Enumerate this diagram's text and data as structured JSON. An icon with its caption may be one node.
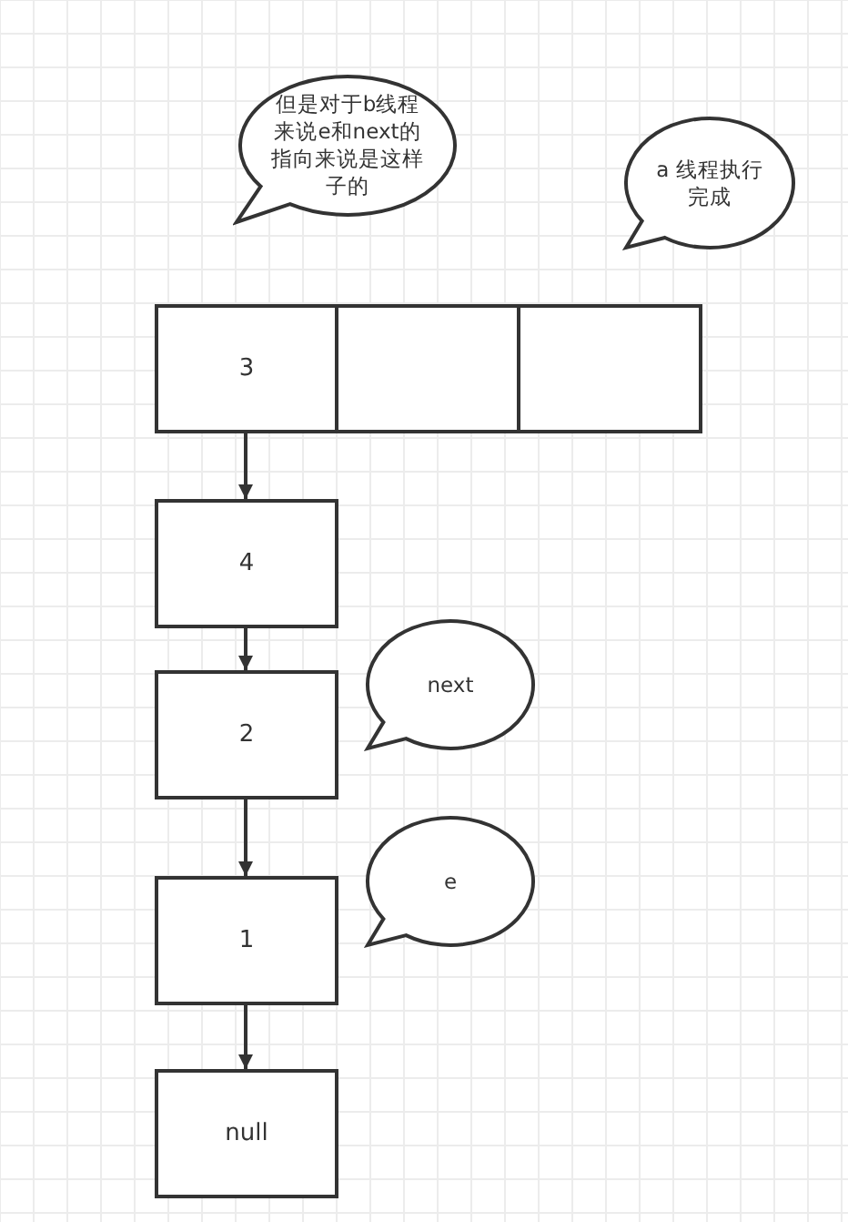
{
  "diagram": {
    "nodes": [
      {
        "text": [
          "但是对于b线程来说e和next的指向来说是这样子的"
        ]
      },
      {
        "text": [
          "a 线程执行完成"
        ]
      },
      {
        "text": [
          "3"
        ]
      },
      {
        "text": [],
        "shape": "box"
      },
      {
        "text": [],
        "shape": "box"
      },
      {
        "text": [
          "4"
        ]
      },
      {
        "text": [
          "next"
        ]
      },
      {
        "text": [
          "2"
        ]
      },
      {
        "text": [
          "e"
        ]
      },
      {
        "text": [
          "1"
        ]
      },
      {
        "text": [
          "null"
        ]
      }
    ],
    "edges": [
      {
        "from": 2,
        "to": 5,
        "arrow": "to"
      },
      {
        "from": 5,
        "to": 7,
        "arrow": "to"
      },
      {
        "from": 7,
        "to": 9,
        "arrow": "to"
      },
      {
        "from": 9,
        "to": 10,
        "arrow": "to"
      }
    ]
  }
}
